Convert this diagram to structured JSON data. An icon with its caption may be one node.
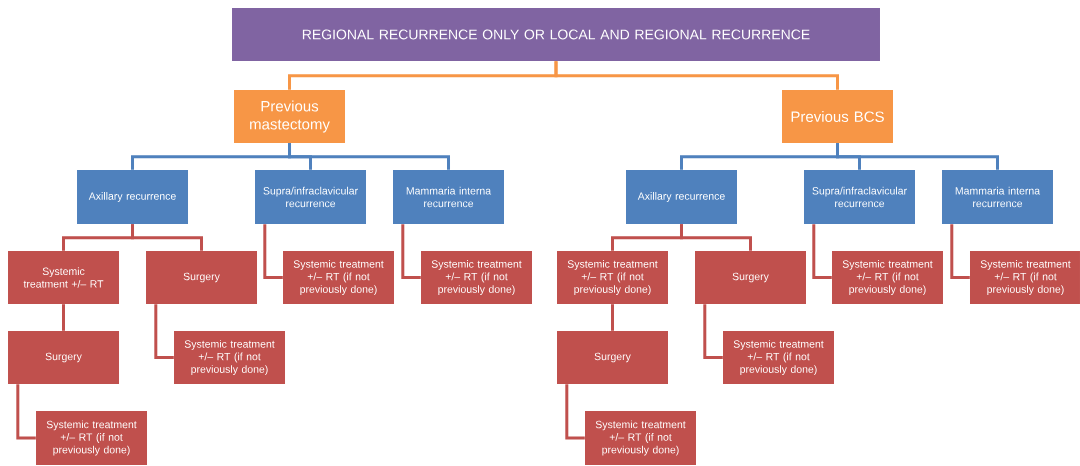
{
  "diagram": {
    "nodes": [
      {
        "text": [
          "REGIONAL RECURRENCE ONLY OR LOCAL AND REGIONAL RECURRENCE"
        ]
      },
      {
        "text": [
          "Previous mastectomy"
        ]
      },
      {
        "text": [
          "Previous BCS"
        ]
      },
      {
        "text": [
          "Axillary recurrence"
        ]
      },
      {
        "text": [
          "Supra/infraclavicular recurrence"
        ]
      },
      {
        "text": [
          "Mammaria interna recurrence"
        ]
      },
      {
        "text": [
          "Systemic treatment +/– RT"
        ]
      },
      {
        "text": [
          "Surgery"
        ]
      },
      {
        "text": [
          "Systemic treatment +/– RT (if not previously done)"
        ]
      },
      {
        "text": [
          "Systemic treatment +/– RT (if not previously done)"
        ]
      },
      {
        "text": [
          "Surgery"
        ]
      },
      {
        "text": [
          "Systemic treatment +/– RT (if not previously done)"
        ]
      },
      {
        "text": [
          "Systemic treatment +/– RT (if not previously done)"
        ]
      },
      {
        "text": [
          "Axillary recurrence"
        ]
      },
      {
        "text": [
          "Supra/infraclavicular recurrence"
        ]
      },
      {
        "text": [
          "Mammaria interna recurrence"
        ]
      },
      {
        "text": [
          "Systemic treatment +/– RT (if not previously done)"
        ]
      },
      {
        "text": [
          "Surgery"
        ]
      },
      {
        "text": [
          "Systemic treatment +/– RT (if not previously done)"
        ]
      },
      {
        "text": [
          "Systemic treatment +/– RT (if not previously done)"
        ]
      },
      {
        "text": [
          "Surgery"
        ]
      },
      {
        "text": [
          "Systemic treatment +/– RT (if not previously done)"
        ]
      },
      {
        "text": [
          "Systemic treatment +/– RT (if not previously done)"
        ]
      }
    ],
    "edges": [
      {
        "from": 0,
        "to": 1,
        "arrow": "none",
        "color": "#f79646"
      },
      {
        "from": 0,
        "to": 2,
        "arrow": "none",
        "color": "#f79646"
      },
      {
        "from": 1,
        "to": 3,
        "arrow": "none",
        "color": "#4f81bd"
      },
      {
        "from": 1,
        "to": 4,
        "arrow": "none",
        "color": "#4f81bd"
      },
      {
        "from": 1,
        "to": 5,
        "arrow": "none",
        "color": "#4f81bd"
      },
      {
        "from": 3,
        "to": 6,
        "arrow": "none"
      },
      {
        "from": 3,
        "to": 7,
        "arrow": "none"
      },
      {
        "from": 4,
        "to": 8,
        "arrow": "none"
      },
      {
        "from": 5,
        "to": 9,
        "arrow": "none"
      },
      {
        "from": 6,
        "to": 10,
        "arrow": "none"
      },
      {
        "from": 7,
        "to": 11,
        "arrow": "none"
      },
      {
        "from": 10,
        "to": 12,
        "arrow": "none"
      },
      {
        "from": 2,
        "to": 13,
        "arrow": "none",
        "color": "#4f81bd"
      },
      {
        "from": 2,
        "to": 14,
        "arrow": "none",
        "color": "#4f81bd"
      },
      {
        "from": 2,
        "to": 15,
        "arrow": "none",
        "color": "#4f81bd"
      },
      {
        "from": 13,
        "to": 16,
        "arrow": "none"
      },
      {
        "from": 13,
        "to": 17,
        "arrow": "none"
      },
      {
        "from": 14,
        "to": 18,
        "arrow": "none"
      },
      {
        "from": 15,
        "to": 19,
        "arrow": "none"
      },
      {
        "from": 16,
        "to": 20,
        "arrow": "none"
      },
      {
        "from": 17,
        "to": 21,
        "arrow": "none"
      },
      {
        "from": 20,
        "to": 22,
        "arrow": "none"
      }
    ]
  }
}
